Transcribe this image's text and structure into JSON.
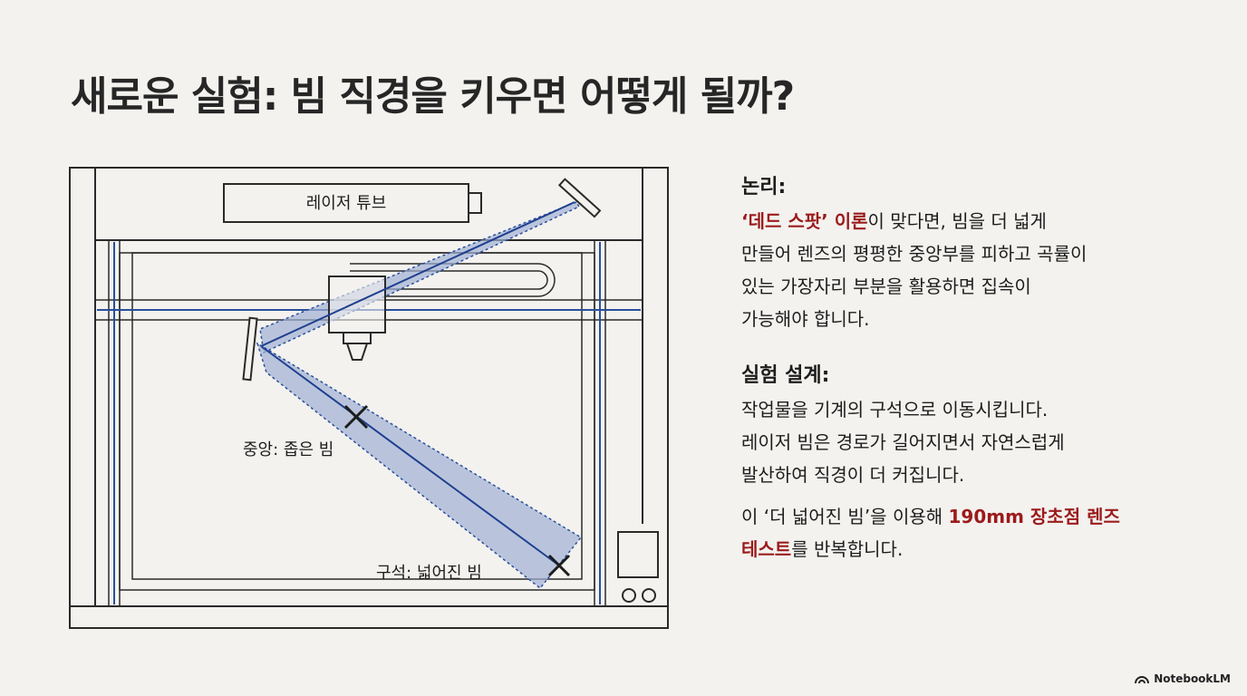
{
  "title": "새로운 실험: 빔 직경을 키우면 어떻게 될까?",
  "diagram": {
    "tube_label": "레이저 튜브",
    "center_label": "중앙: 좁은 빔",
    "corner_label": "구석: 넓어진 빔"
  },
  "logic": {
    "heading": "논리:",
    "line1_highlight": "‘데드 스팟’ 이론",
    "line1_rest": "이 맞다면, 빔을 더 넓게",
    "line2": "만들어 렌즈의 평평한 중앙부를 피하고 곡률이",
    "line3": "있는 가장자리 부분을 활용하면 집속이",
    "line4": "가능해야 합니다."
  },
  "design": {
    "heading": "실험 설계:",
    "line1": "작업물을 기계의 구석으로 이동시킵니다.",
    "line2": "레이저 빔은 경로가 길어지면서 자연스럽게",
    "line3": "발산하여 직경이 더 커집니다.",
    "line4_start": "이 ‘더 넓어진 빔’을 이용해 ",
    "line4_highlight": "190mm 장초점 렌즈",
    "line5_highlight": "테스트",
    "line5_rest": "를 반복합니다."
  },
  "brand": "NotebookLM",
  "colors": {
    "highlight": "#9b1b1b",
    "beam": "#1f3f8f",
    "beam_fill": "#9fb0d4"
  }
}
